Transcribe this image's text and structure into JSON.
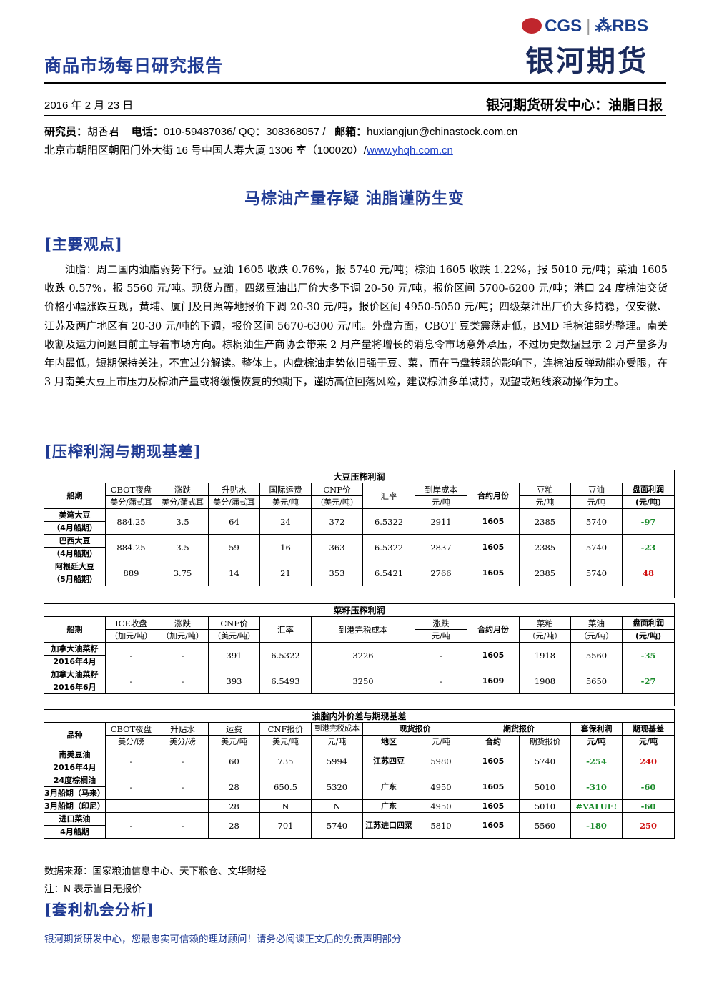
{
  "header": {
    "report_series": "商品市场每日研究报告",
    "logo_en": "CGS",
    "logo_partner": "RBS",
    "logo_cn": "银河期货",
    "date": "2016 年 2 月 23 日",
    "center_title": "银河期货研发中心：油脂日报",
    "researcher_label": "研究员：",
    "researcher": "胡香君",
    "phone_label": "电话：",
    "phone": "010-59487036/ QQ：308368057 /",
    "email_label": "邮箱：",
    "email": "huxiangjun@chinastock.com.cn",
    "address": "北京市朝阳区朝阳门外大街 16 号中国人寿大厦 1306 室（100020）/",
    "website": "www.yhqh.com.cn"
  },
  "title": "马棕油产量存疑  油脂谨防生变",
  "section_main_view": "[主要观点]",
  "main_paragraph": "油脂：周二国内油脂弱势下行。豆油 1605 收跌 0.76%，报 5740 元/吨；棕油 1605 收跌 1.22%，报 5010 元/吨；菜油 1605 收跌 0.57%，报 5560 元/吨。现货方面，四级豆油出厂价大多下调 20-50 元/吨，报价区间 5700-6200 元/吨；港口 24 度棕油交货价格小幅涨跌互现，黄埔、厦门及日照等地报价下调 20-30 元/吨，报价区间 4950-5050 元/吨；四级菜油出厂价大多持稳，仅安徽、江苏及两广地区有 20-30 元/吨的下调，报价区间 5670-6300 元/吨。外盘方面，CBOT 豆类震荡走低，BMD 毛棕油弱势整理。南美收割及运力问题目前主导着市场方向。棕榈油生产商协会带来 2 月产量将增长的消息令市场意外承压，不过历史数据显示 2 月产量多为年内最低，短期保持关注，不宜过分解读。整体上，内盘棕油走势依旧强于豆、菜，而在马盘转弱的影响下，连棕油反弹动能亦受限，在 3 月南美大豆上市压力及棕油产量或将缓慢恢复的预期下，谨防高位回落风险，建议棕油多单减持，观望或短线滚动操作为主。",
  "section_margin": "[压榨利润与期现基差]",
  "soy": {
    "caption": "大豆压榨利润",
    "h1": [
      "船期",
      "CBOT夜盘",
      "涨跌",
      "升贴水",
      "国际运费",
      "CNF价",
      "汇率",
      "到岸成本",
      "合约月份",
      "豆粕",
      "豆油",
      "盘面利润"
    ],
    "h2": [
      "美分/蒲式耳",
      "美分/蒲式耳",
      "美分/蒲式耳",
      "美元/吨",
      "(美元/吨)",
      "元/吨",
      "元/吨",
      "元/吨",
      "(元/吨)"
    ],
    "rows": [
      {
        "name1": "美湾大豆",
        "name2": "（4月船期）",
        "vals": [
          "884.25",
          "3.5",
          "64",
          "24",
          "372",
          "6.5322",
          "2911",
          "1605",
          "2385",
          "5740"
        ],
        "profit": "-97"
      },
      {
        "name1": "巴西大豆",
        "name2": "（4月船期）",
        "vals": [
          "884.25",
          "3.5",
          "59",
          "16",
          "363",
          "6.5322",
          "2837",
          "1605",
          "2385",
          "5740"
        ],
        "profit": "-23"
      },
      {
        "name1": "阿根廷大豆",
        "name2": "（5月船期）",
        "vals": [
          "889",
          "3.75",
          "14",
          "21",
          "353",
          "6.5421",
          "2766",
          "1605",
          "2385",
          "5740"
        ],
        "profit": "48"
      }
    ]
  },
  "rape": {
    "caption": "菜籽压榨利润",
    "h1": [
      "船期",
      "ICE收盘",
      "涨跌",
      "CNF价",
      "汇率",
      "到港完税成本",
      "涨跌",
      "合约月份",
      "菜粕",
      "菜油",
      "盘面利润"
    ],
    "h2": [
      "（加元/吨）",
      "（加元/吨）",
      "（美元/吨）",
      "元/吨",
      "（元/吨）",
      "（元/吨）",
      "(元/吨)"
    ],
    "rows": [
      {
        "name1": "加拿大油菜籽",
        "name2": "2016年4月",
        "vals": [
          "-",
          "-",
          "391",
          "6.5322",
          "3226",
          "-",
          "1605",
          "1918",
          "5560"
        ],
        "profit": "-35"
      },
      {
        "name1": "加拿大油菜籽",
        "name2": "2016年6月",
        "vals": [
          "-",
          "-",
          "393",
          "6.5493",
          "3250",
          "-",
          "1609",
          "1908",
          "5650"
        ],
        "profit": "-27"
      }
    ]
  },
  "oil": {
    "caption": "油脂内外价差与期现基差",
    "h1": [
      "品种",
      "CBOT夜盘",
      "升贴水",
      "运费",
      "CNF报价",
      "到港完税成本",
      "现货报价",
      "期货报价",
      "套保利润",
      "期现基差"
    ],
    "h2": [
      "美分/磅",
      "美分/磅",
      "美元/吨",
      "美元/吨",
      "元/吨",
      "地区",
      "元/吨",
      "合约",
      "期货报价",
      "元/吨",
      "元/吨"
    ],
    "rows": [
      {
        "name1": "南美豆油",
        "name2": "2016年4月",
        "vals": [
          "-",
          "-",
          "60",
          "735",
          "5994"
        ],
        "region": "江苏四豆",
        "spot": "5980",
        "contract": "1605",
        "fut": "5740",
        "hedge": "-254",
        "basis": "240"
      },
      {
        "name1": "24度棕榈油",
        "name2": "3月船期（马来）",
        "vals": [
          "-",
          "-",
          "28",
          "650.5",
          "5320"
        ],
        "region": "广东",
        "spot": "4950",
        "contract": "1605",
        "fut": "5010",
        "hedge": "-310",
        "basis": "-60"
      },
      {
        "name1": "3月船期（印尼）",
        "name2": "",
        "vals": [
          "",
          "",
          "28",
          "N",
          "N"
        ],
        "region": "广东",
        "spot": "4950",
        "contract": "1605",
        "fut": "5010",
        "hedge": "#VALUE!",
        "basis": "-60"
      },
      {
        "name1": "进口菜油",
        "name2": "4月船期",
        "vals": [
          "-",
          "-",
          "28",
          "701",
          "5740"
        ],
        "region": "江苏进口四菜",
        "spot": "5810",
        "contract": "1605",
        "fut": "5560",
        "hedge": "-180",
        "basis": "250"
      }
    ]
  },
  "source_note": "数据来源：国家粮油信息中心、天下粮仓、文华财经",
  "n_note": "注：N 表示当日无报价",
  "section_arbitrage": "[套利机会分析]",
  "footer": "银河期货研发中心，您最忠实可信赖的理财顾问！请务必阅读正文后的免责声明部分",
  "colors": {
    "accent": "#1f3a93",
    "logo_red": "#c0262d",
    "negative": "#1a8a2a",
    "positive": "#d01010"
  }
}
